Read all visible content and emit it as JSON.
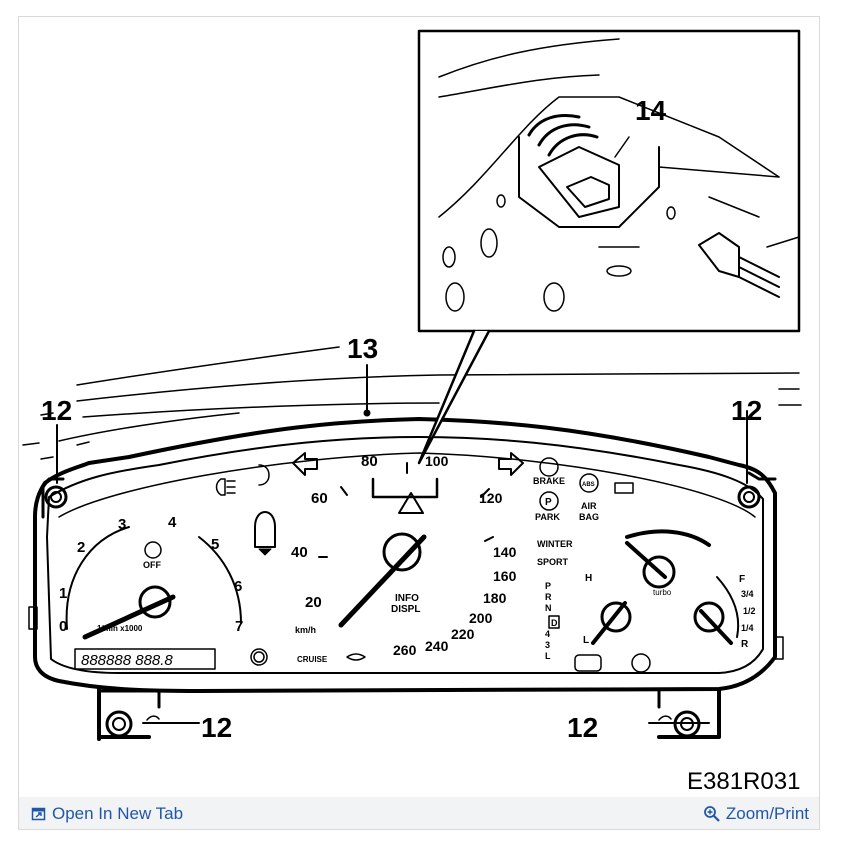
{
  "diagram": {
    "code": "E381R031",
    "callouts": {
      "mount": "12",
      "panel": "13",
      "connector": "14"
    },
    "tachometer": {
      "ticks": [
        "0",
        "1",
        "2",
        "3",
        "4",
        "5",
        "6",
        "7"
      ],
      "unit": "1/min x1000",
      "warning": "OFF",
      "odometer": "888888 888.8"
    },
    "speedometer": {
      "ticks_left": [
        "20",
        "40",
        "60",
        "80"
      ],
      "ticks_right": [
        "100",
        "120",
        "140",
        "160",
        "180",
        "200",
        "220",
        "240",
        "260"
      ],
      "unit": "km/h",
      "info_line1": "INFO",
      "info_line2": "DISPL",
      "cruise": "CRUISE"
    },
    "indicators": {
      "brake": "BRAKE",
      "park": "PARK",
      "airbag_line1": "AIR",
      "airbag_line2": "BAG",
      "abs": "ABS",
      "park_symbol": "P",
      "winter": "WINTER",
      "sport": "SPORT",
      "turbo": "turbo"
    },
    "gear_positions": [
      "P",
      "R",
      "N",
      "D",
      "4",
      "3",
      "L"
    ],
    "temp_gauge": {
      "high": "H",
      "low": "L"
    },
    "fuel_gauge": {
      "full": "F",
      "three_quarter": "3/4",
      "half": "1/2",
      "quarter": "1/4",
      "reserve": "R"
    }
  },
  "footer": {
    "open_tab": "Open In New Tab",
    "zoom_print": "Zoom/Print",
    "link_color": "#1f57a8"
  }
}
